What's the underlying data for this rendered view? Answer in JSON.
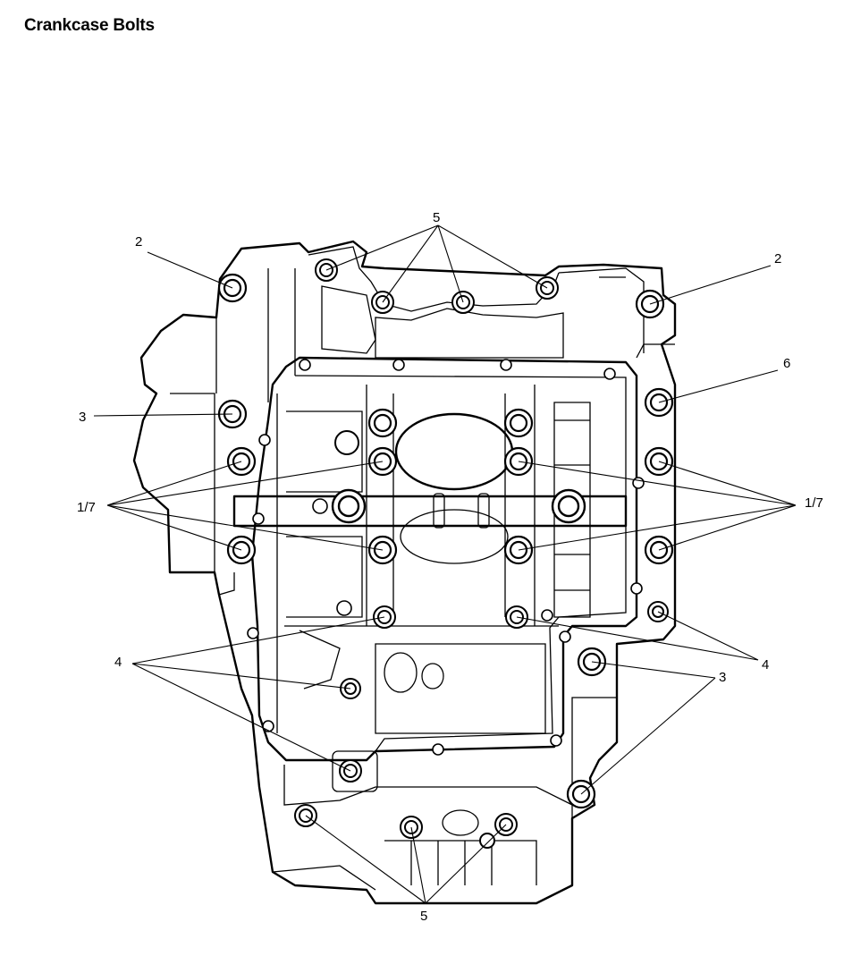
{
  "title": "Crankcase Bolts",
  "labels": {
    "top_center": "5",
    "top_left": "2",
    "top_right": "2",
    "right_upper": "6",
    "left_upper": "3",
    "left_mid": "1/7",
    "right_mid": "1/7",
    "left_low": "4",
    "right_low": "4",
    "right_bottom": "3",
    "bottom_center": "5"
  }
}
